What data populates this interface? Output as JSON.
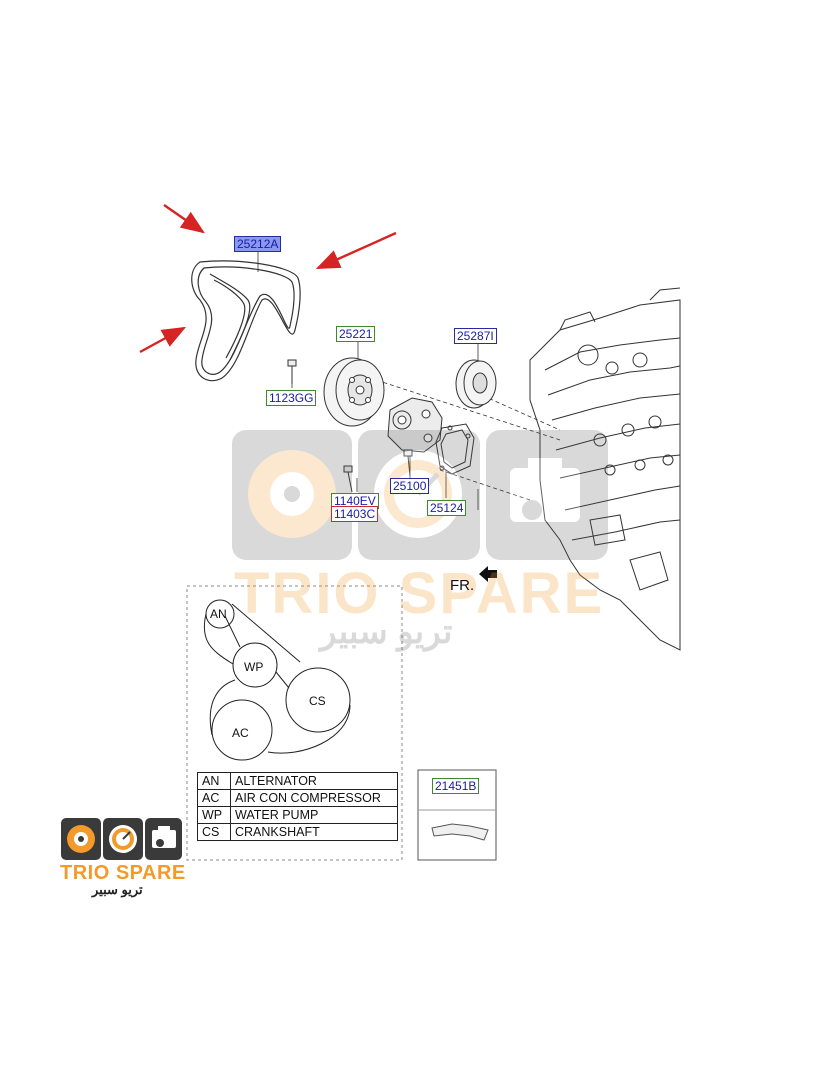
{
  "parts": {
    "belt": "25212A",
    "pulley": "25221",
    "idler": "25287I",
    "bolt_gg": "1123GG",
    "water_pump": "25100",
    "bolt_ev": "1140EV",
    "bolt_c": "11403C",
    "gasket": "25124",
    "bracket": "21451B"
  },
  "front_marker": "FR.",
  "routing": {
    "an": "AN",
    "wp": "WP",
    "cs": "CS",
    "ac": "AC"
  },
  "legend": [
    {
      "code": "AN",
      "name": "ALTERNATOR"
    },
    {
      "code": "AC",
      "name": "AIR CON COMPRESSOR"
    },
    {
      "code": "WP",
      "name": "WATER PUMP"
    },
    {
      "code": "CS",
      "name": "CRANKSHAFT"
    }
  ],
  "watermark": {
    "latin": "TRIO SPARE",
    "arabic": "تريو سبير",
    "icons": [
      "disc-icon",
      "gauge-icon",
      "engine-icon"
    ]
  },
  "logo": {
    "latin": "TRIO SPARE",
    "arabic": "تريو سبير",
    "icons": [
      "disc-icon",
      "gauge-icon",
      "engine-icon"
    ]
  },
  "colors": {
    "arrow": "#d62424",
    "label_text": "#1a1aa8",
    "label_blue": "#2a2aa0",
    "label_green": "#3d8a2e",
    "label_red": "#cc2b2b",
    "label_highlight": "#8899ee",
    "logo_orange": "#f39a2b",
    "logo_dark": "#3a3a3a"
  }
}
